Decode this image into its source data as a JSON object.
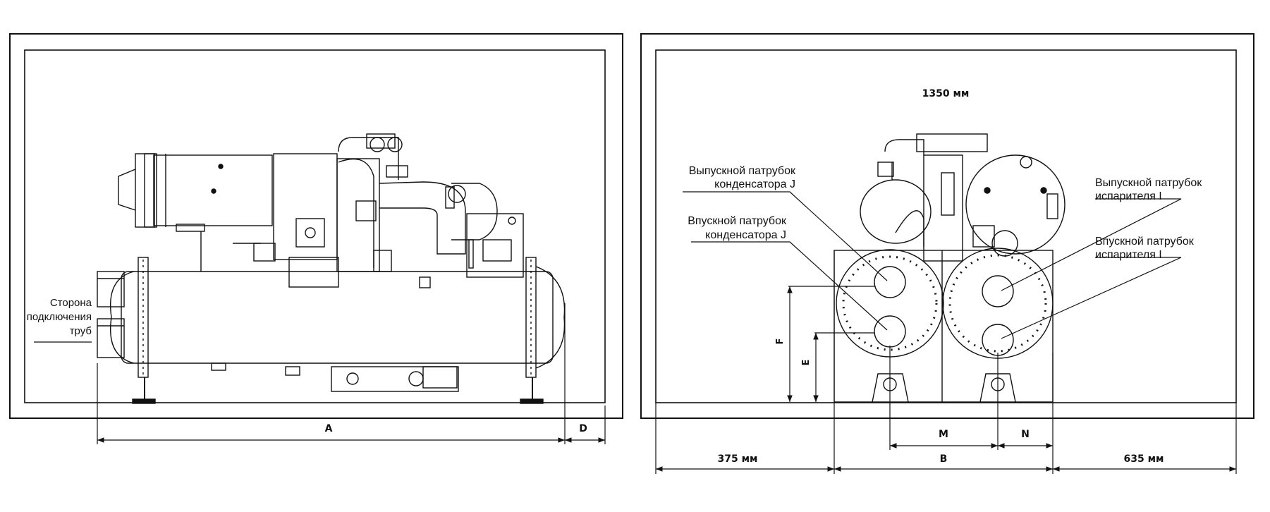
{
  "left_view": {
    "pipe_side_label_1": "Сторона",
    "pipe_side_label_2": "подключения",
    "pipe_side_label_3": "труб",
    "dim_a": "A",
    "dim_d": "D"
  },
  "right_view": {
    "top_clearance": "1350 мм",
    "cond_outlet_1": "Выпускной патрубок",
    "cond_outlet_2": "конденсатора J",
    "cond_inlet_1": "Впускной патрубок",
    "cond_inlet_2": "конденсатора J",
    "evap_outlet_1": "Выпускной патрубок",
    "evap_outlet_2": "испарителя I",
    "evap_inlet_1": "Впускной патрубок",
    "evap_inlet_2": "испарителя I",
    "dim_f": "F",
    "dim_e": "E",
    "dim_m": "M",
    "dim_n": "N",
    "dim_b": "B",
    "left_clearance": "375 мм",
    "right_clearance": "635 мм"
  }
}
